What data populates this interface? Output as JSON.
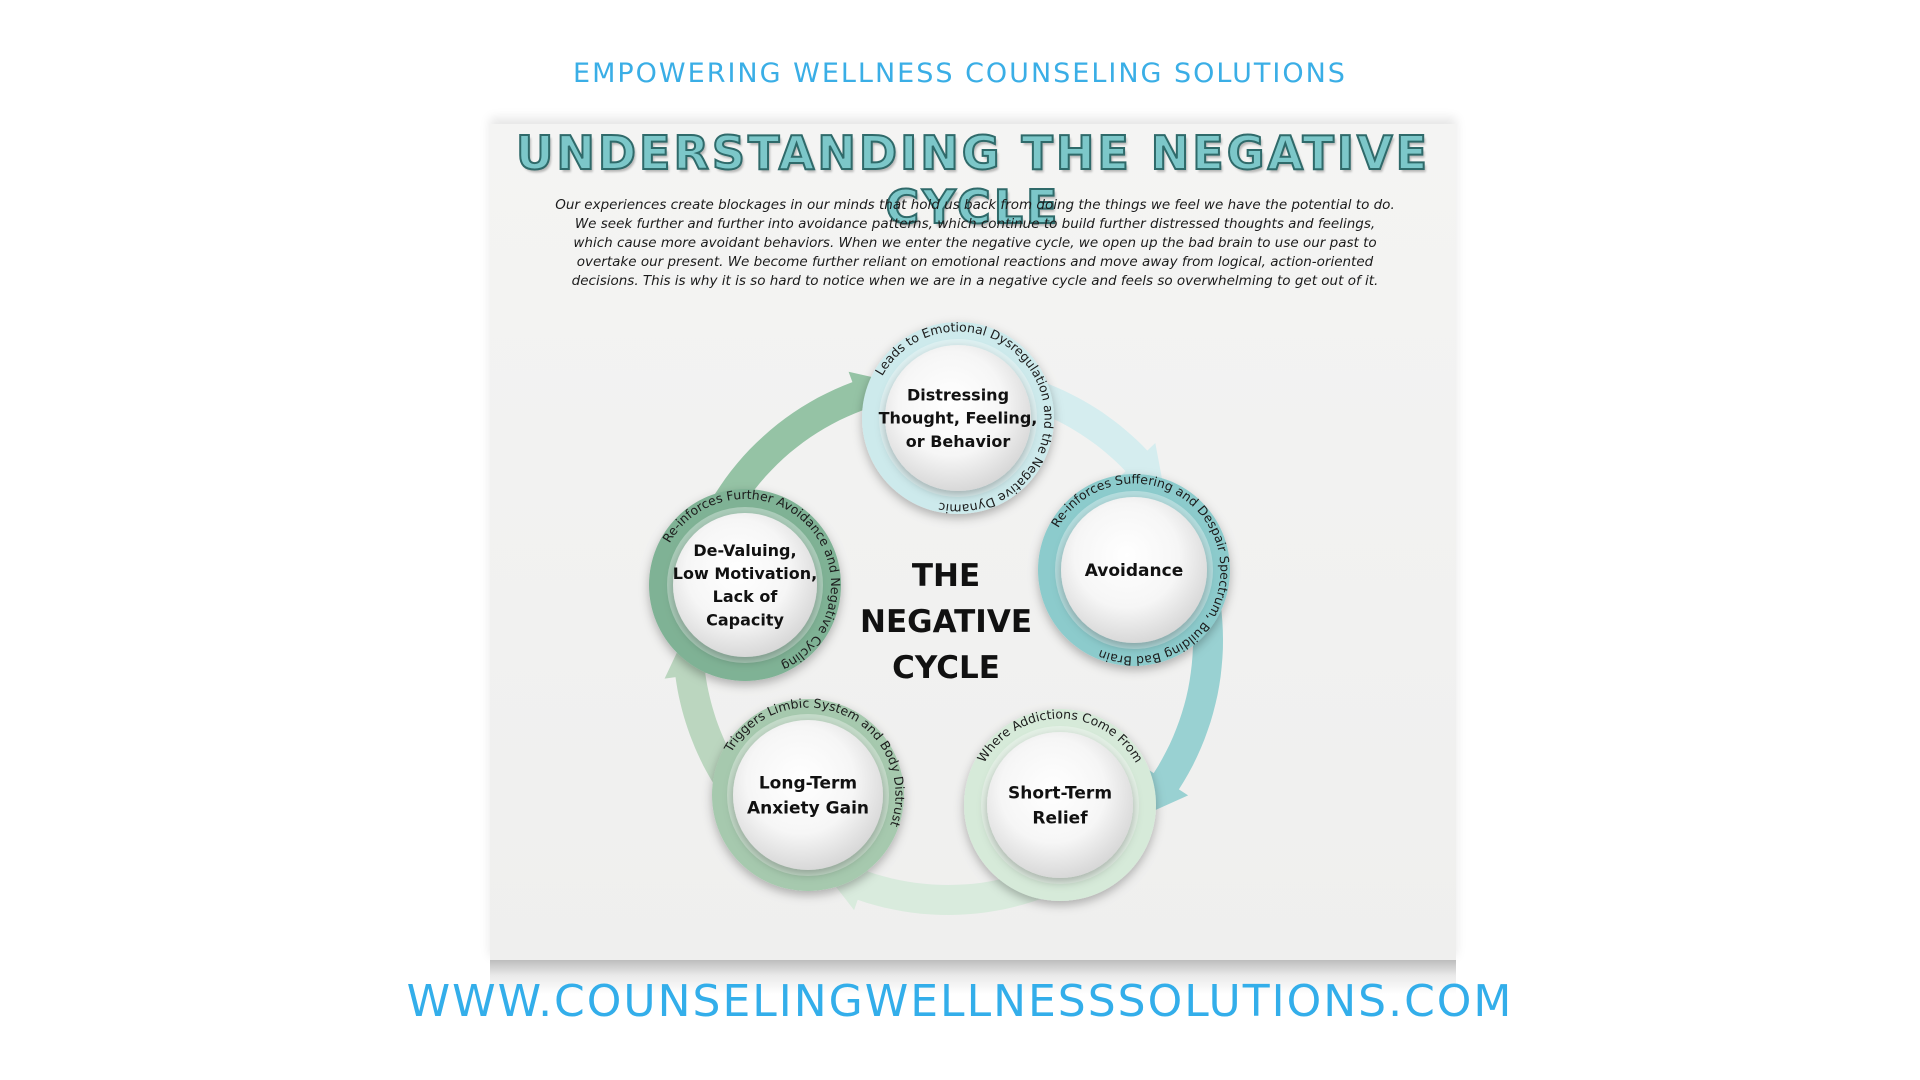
{
  "header": {
    "brand": "EMPOWERING WELLNESS COUNSELING SOLUTIONS"
  },
  "infographic": {
    "title": "UNDERSTANDING THE NEGATIVE CYCLE",
    "intro_lines": [
      "Our experiences create blockages in our minds that hold us back from doing the things we feel we have the potential to do.",
      "We seek further and further into avoidance patterns, which continue to build further distressed thoughts and feelings,",
      "which cause more avoidant behaviors.  When we enter the negative cycle, we open up the bad brain to use our past to",
      "overtake our present. We become further reliant on emotional reactions and move away from logical, action-oriented",
      "decisions. This is why it is so hard to notice when we are in a negative cycle and feels so overwhelming to get out of it."
    ],
    "center_lines": [
      "THE",
      "NEGATIVE",
      "CYCLE"
    ]
  },
  "cycle_nodes": [
    {
      "id": "distressing",
      "lines": [
        "Distressing",
        "Thought, Feeling,",
        "or Behavior"
      ],
      "arc_text": "Leads to Emotional Dysregulation and the Negative Dynamic",
      "ring_color": "#cdeaec",
      "arrow_color": "#d3ecee"
    },
    {
      "id": "avoidance",
      "lines": [
        "Avoidance"
      ],
      "arc_text": "Re-inforces Suffering and Despair Spectrum, Building Bad Brain",
      "ring_color": "#8ccbcc",
      "arrow_color": "#93cfd0"
    },
    {
      "id": "short-term-relief",
      "lines": [
        "Short-Term",
        "Relief"
      ],
      "arc_text": "Where Addictions Come From",
      "ring_color": "#d6ead9",
      "arrow_color": "#d7eadb"
    },
    {
      "id": "long-term-anxiety",
      "lines": [
        "Long-Term",
        "Anxiety Gain"
      ],
      "arc_text": "Triggers Limbic System and Body Distrust",
      "ring_color": "#a6c9ae",
      "arrow_color": "#b7d4bc"
    },
    {
      "id": "de-valuing",
      "lines": [
        "De-Valuing,",
        "Low Motivation,",
        "Lack of",
        "Capacity"
      ],
      "arc_text": "Re-inforces Further Avoidance and Negative Cycling",
      "ring_color": "#7fb295",
      "arrow_color": "#8fc0a0"
    }
  ],
  "footer": {
    "url": "WWW.COUNSELINGWELLNESSSOLUTIONS.COM"
  }
}
